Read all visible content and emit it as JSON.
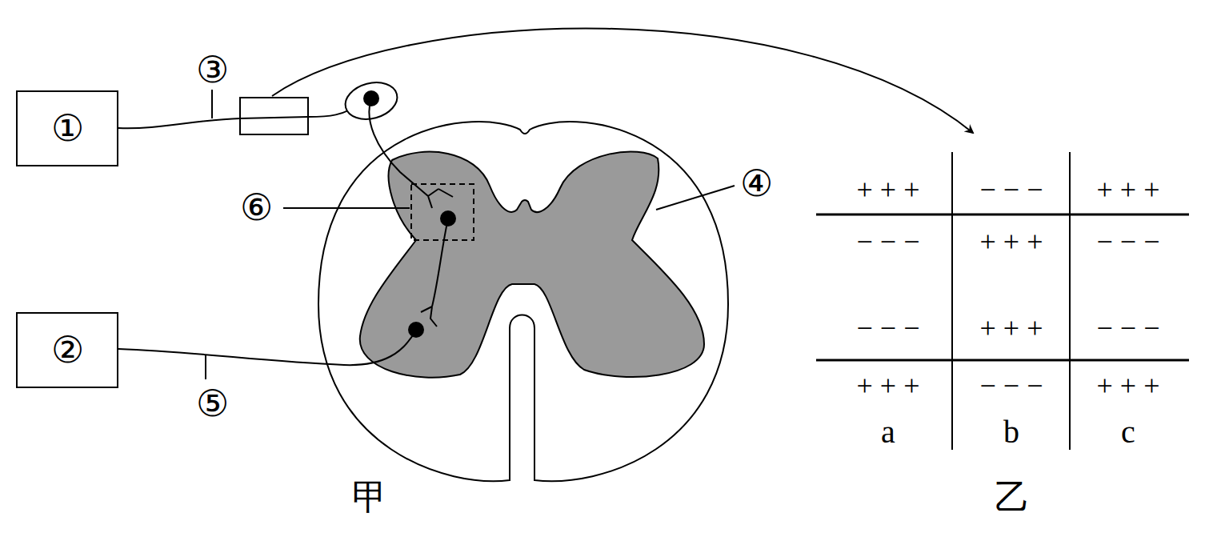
{
  "diagram": {
    "nodes": [
      {
        "text": [
          "①"
        ]
      },
      {
        "text": [
          "②"
        ]
      }
    ],
    "labels": [
      "③",
      "④",
      "⑤",
      "⑥",
      "+ + +",
      "− − −",
      "+ + +",
      "− − −",
      "+ + +",
      "− − −",
      "− − −",
      "+ + +",
      "− − −",
      "+ + +",
      "− − −",
      "+ + +",
      "a",
      "b",
      "c",
      "甲",
      "乙"
    ]
  }
}
